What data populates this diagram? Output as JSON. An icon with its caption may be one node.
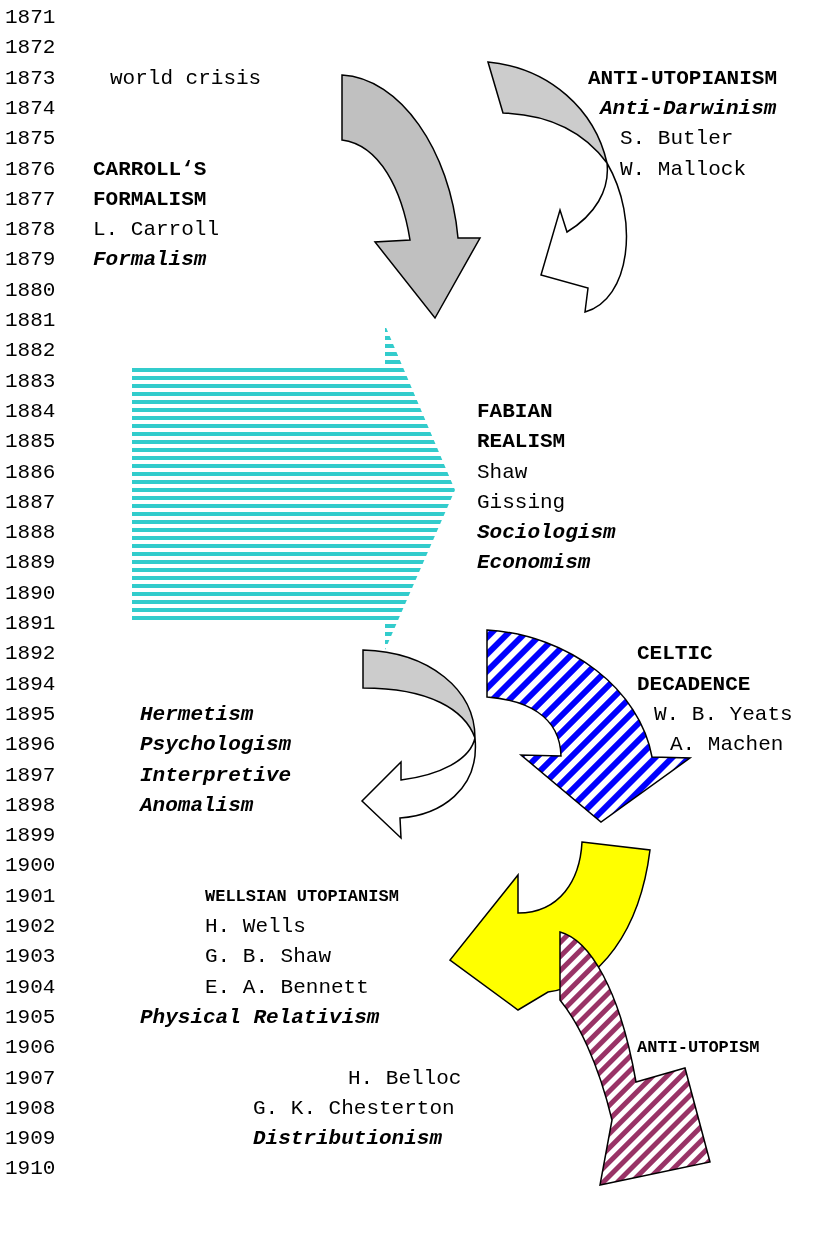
{
  "diagram": {
    "labels": [
      "1871",
      "1872",
      "1873",
      "world crisis",
      "ANTI-UTOPIANISM",
      "1874",
      "Anti-Darwinism",
      "1875",
      "S. Butler",
      "1876",
      "CARROLL‘S FORMALISM",
      "W. Mallock",
      "1877",
      "1878",
      "L. Carroll",
      "1879",
      "Formalism",
      "1880",
      "1881",
      "1882",
      "1883",
      "1884",
      "FABIAN REALISM",
      "1885",
      "1886",
      "Shaw",
      "1887",
      "Gissing",
      "1888",
      "Sociologism",
      "1889",
      "Economism",
      "1890",
      "1891",
      "1892",
      "CELTIC DECADENCE",
      "1894",
      "1895",
      "Hermetism",
      "W. B. Yeats",
      "1896",
      "Psychologism",
      "A. Machen",
      "1897",
      "Interpretive Anomalism",
      "1898",
      "1899",
      "1900",
      "1901",
      "WELLSIAN UTOPIANISM",
      "1902",
      "H. Wells",
      "1903",
      "G. B. Shaw",
      "1904",
      "E. A. Bennett",
      "1905",
      "Physical Relativism",
      "1906",
      "ANTI-UTOPISM",
      "1907",
      "H. Belloc",
      "1908",
      "G. K. Chesterton",
      "1909",
      "Distributionism",
      "1910"
    ]
  }
}
